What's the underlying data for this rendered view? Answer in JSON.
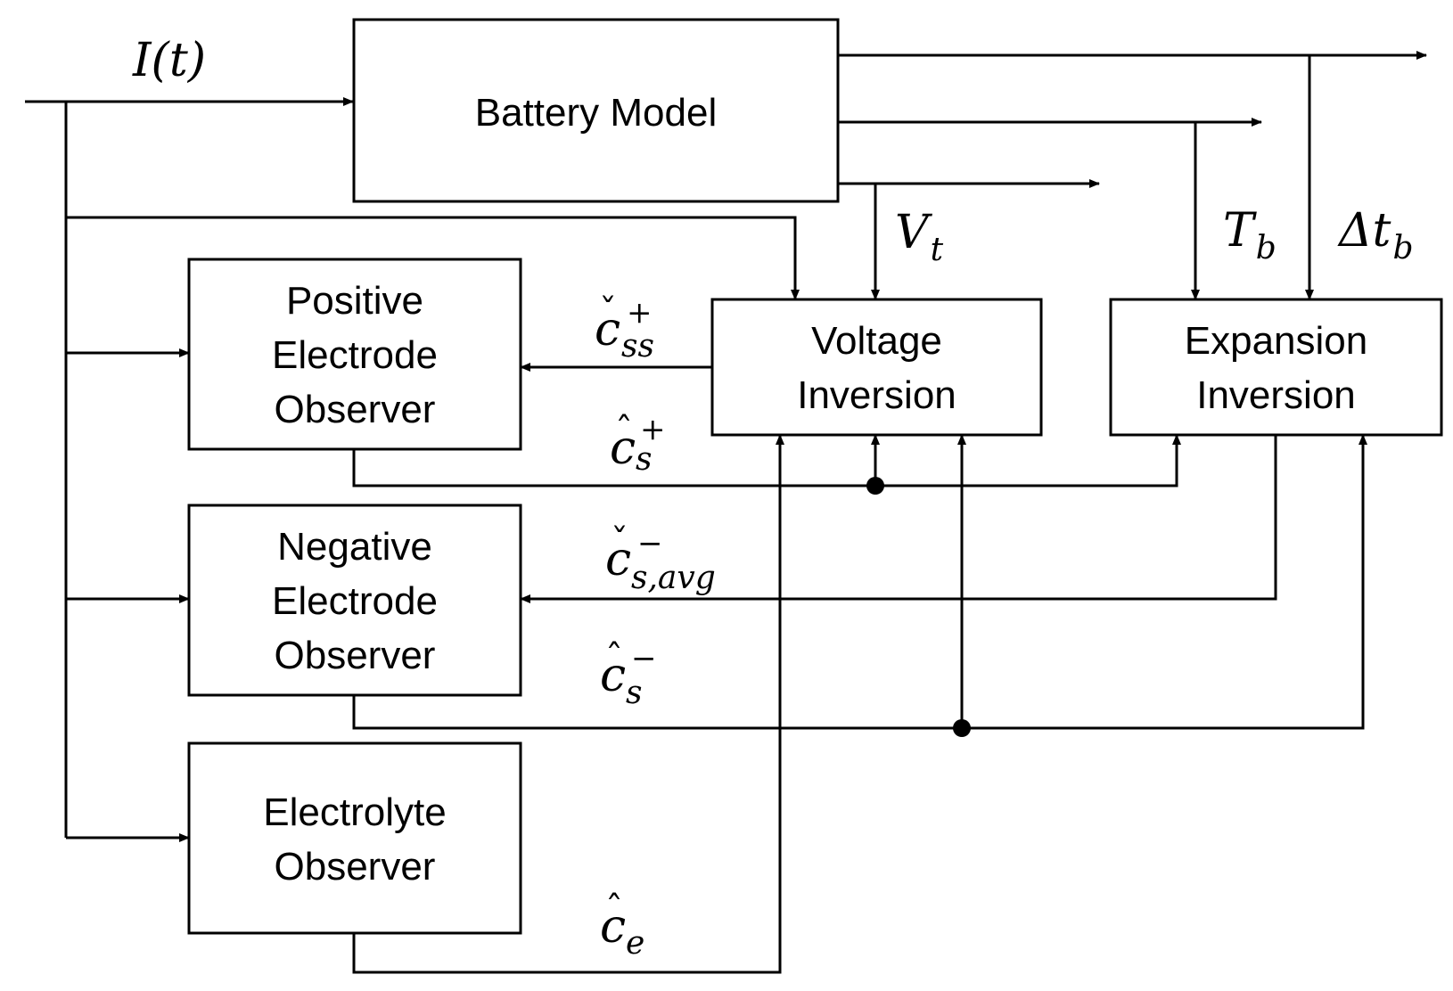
{
  "blocks": {
    "battery_model": [
      "Battery Model"
    ],
    "positive_observer": [
      "Positive",
      "Electrode",
      "Observer"
    ],
    "negative_observer": [
      "Negative",
      "Electrode",
      "Observer"
    ],
    "electrolyte_observer": [
      "Electrolyte",
      "Observer"
    ],
    "voltage_inversion": [
      "Voltage",
      "Inversion"
    ],
    "expansion_inversion": [
      "Expansion",
      "Inversion"
    ]
  },
  "signals": {
    "current": {
      "base": "I(t)"
    },
    "terminal_voltage": {
      "base": "V",
      "sub": "t"
    },
    "temperature": {
      "base": "T",
      "sub": "b"
    },
    "expansion": {
      "base": "Δt",
      "sub": "b"
    },
    "c_ss_plus": {
      "base": "c",
      "accent": "ˇ",
      "sub": "ss",
      "sup": "+"
    },
    "c_s_plus_hat": {
      "base": "c",
      "accent": "ˆ",
      "sub": "s",
      "sup": "+"
    },
    "c_s_avg_minus": {
      "base": "c",
      "accent": "ˇ",
      "sub": "s,avg",
      "sup": "−"
    },
    "c_s_minus_hat": {
      "base": "c",
      "accent": "ˆ",
      "sub": "s",
      "sup": "−"
    },
    "c_e_hat": {
      "base": "c",
      "accent": "ˆ",
      "sub": "e"
    }
  }
}
